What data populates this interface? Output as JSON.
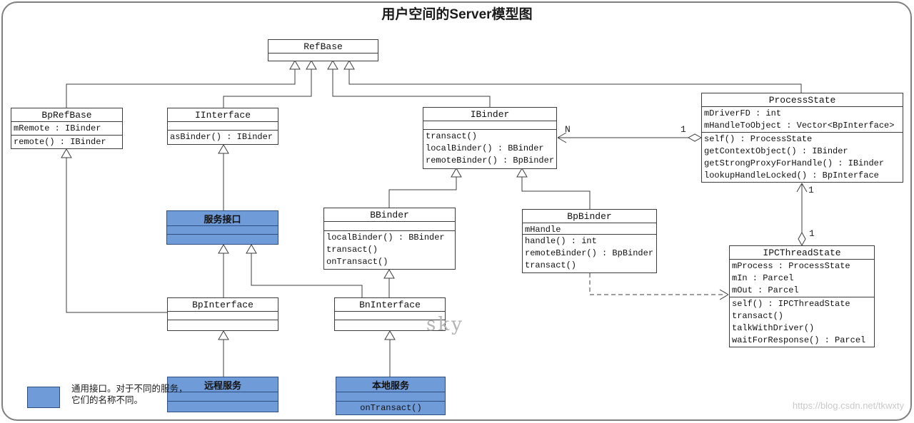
{
  "title": "用户空间的Server模型图",
  "legend": {
    "line1": "通用接口。对于不同的服务，",
    "line2": "它们的名称不同。"
  },
  "watermarks": {
    "center": "sky",
    "bottom_right": "https://blog.csdn.net/tkwxty"
  },
  "colors": {
    "generic_interface_fill": "#6f9bd9",
    "generic_interface_border": "#2e4d80",
    "line": "#3c3c3c"
  },
  "associations": {
    "processstate_ibinder": {
      "near_ibinder": "N",
      "near_processstate": "1"
    },
    "ipcthreadstate_processstate": {
      "near_processstate": "1",
      "near_ipcthreadstate": "1"
    }
  },
  "classes": {
    "refbase": {
      "name": "RefBase",
      "attributes": [],
      "operations": []
    },
    "bprefbase": {
      "name": "BpRefBase",
      "attributes": [
        "mRemote : IBinder"
      ],
      "operations": [
        "remote() : IBinder"
      ]
    },
    "iinterface": {
      "name": "IInterface",
      "attributes": [],
      "operations": [
        "asBinder() : IBinder"
      ]
    },
    "ibinder": {
      "name": "IBinder",
      "attributes": [],
      "operations": [
        "transact()",
        "localBinder() : BBinder",
        "remoteBinder() : BpBinder"
      ]
    },
    "processstate": {
      "name": "ProcessState",
      "attributes": [
        "mDriverFD : int",
        "mHandleToObject : Vector<BpInterface>"
      ],
      "operations": [
        "self() : ProcessState",
        "getContextObject() : IBinder",
        "getStrongProxyForHandle() : IBinder",
        "lookupHandleLocked() : BpInterface"
      ]
    },
    "service_interface": {
      "name": "服务接口",
      "attributes": [],
      "operations": []
    },
    "bbinder": {
      "name": "BBinder",
      "attributes": [],
      "operations": [
        "localBinder() : BBinder",
        "transact()",
        "onTransact()"
      ]
    },
    "bpbinder": {
      "name": "BpBinder",
      "attributes": [
        "mHandle"
      ],
      "operations": [
        "handle() : int",
        "remoteBinder() : BpBinder",
        "transact()"
      ]
    },
    "ipcthreadstate": {
      "name": "IPCThreadState",
      "attributes": [
        "mProcess : ProcessState",
        "mIn : Parcel",
        "mOut : Parcel"
      ],
      "operations": [
        "self() : IPCThreadState",
        "transact()",
        "talkWithDriver()",
        "waitForResponse() : Parcel"
      ]
    },
    "bpinterface": {
      "name": "BpInterface",
      "attributes": [],
      "operations": []
    },
    "bninterface": {
      "name": "BnInterface",
      "attributes": [],
      "operations": []
    },
    "remote_service": {
      "name": "远程服务",
      "attributes": [],
      "operations": []
    },
    "local_service": {
      "name": "本地服务",
      "attributes": [],
      "operations": [
        "onTransact()"
      ]
    }
  }
}
